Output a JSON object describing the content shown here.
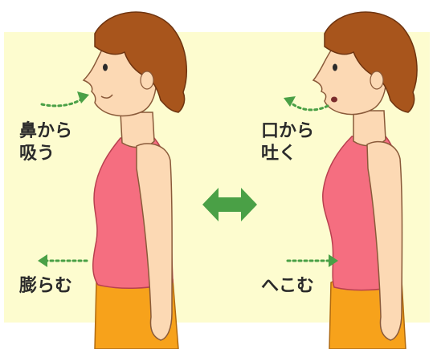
{
  "illustration": {
    "colors": {
      "background_panel": "#fdfccf",
      "hair": "#a8551c",
      "hair_outline": "#6e3410",
      "skin": "#fcd9b4",
      "skin_outline": "#8a5a3a",
      "top": "#f56e80",
      "pants": "#f7a21b",
      "arrow_green": "#4aa046"
    },
    "left_figure": {
      "breath_label": "鼻から\n吸う",
      "belly_label": "膨らむ"
    },
    "right_figure": {
      "breath_label": "口から\n吐く",
      "belly_label": "へこむ"
    },
    "center_icon": "double-arrow-icon"
  }
}
